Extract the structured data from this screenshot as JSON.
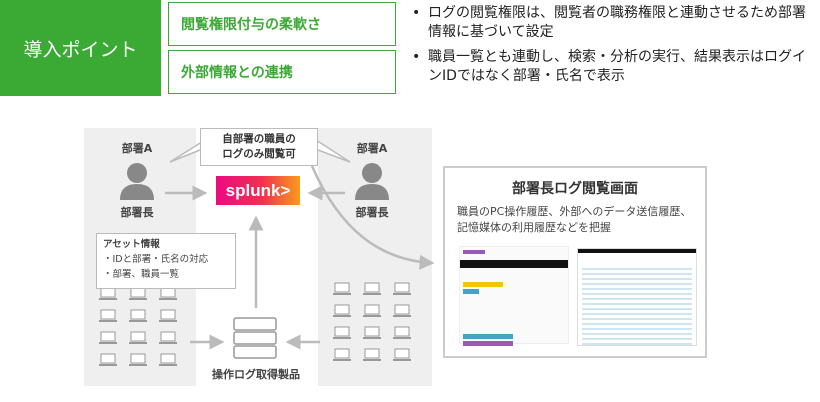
{
  "header": {
    "title": "導入ポイント",
    "features": [
      "閲覧権限付与の柔軟さ",
      "外部情報との連携"
    ],
    "bullets": [
      "ログの閲覧権限は、閲覧者の職務権限と連動させるため部署情報に基づいて設定",
      "職員一覧とも連動し、検索・分析の実行、結果表示はログインIDではなく部署・氏名で表示"
    ]
  },
  "diagram": {
    "dept_left": "部署A",
    "dept_right": "部署A",
    "role_left": "部署長",
    "role_right": "部署長",
    "bubble": [
      "自部署の職員の",
      "ログのみ閲覧可"
    ],
    "logo": "splunk>",
    "asset": {
      "title": "アセット情報",
      "items": [
        "・IDと部署・氏名の対応",
        "・部署、職員一覧"
      ]
    },
    "server_label": "操作ログ取得製品"
  },
  "screenshot": {
    "title": "部署長ログ閲覧画面",
    "desc": [
      "職員のPC操作履歴、外部へのデータ送信履歴、",
      "記憶媒体の利用履歴などを把握"
    ]
  },
  "colors": {
    "green": "#3aaa35"
  }
}
